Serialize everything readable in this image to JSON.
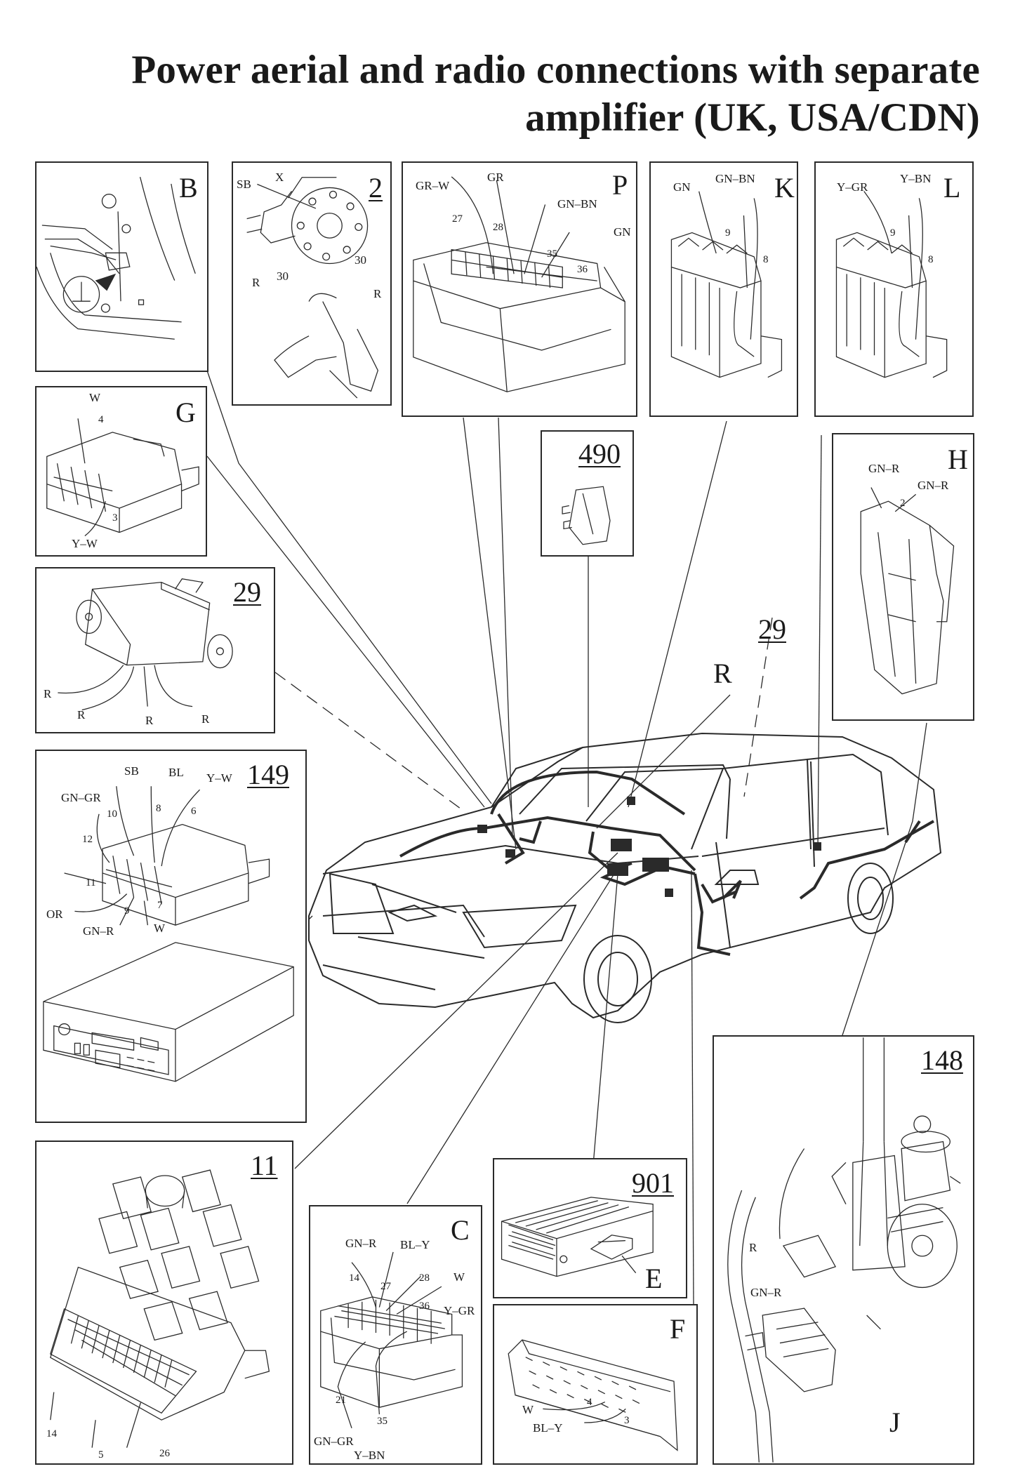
{
  "title": {
    "line1": "Power aerial and radio connections with separate",
    "line2": "amplifier (UK, USA/CDN)"
  },
  "panels": {
    "B": {
      "label": "B"
    },
    "p2": {
      "label": "2",
      "wires": {
        "sb": "SB",
        "x": "X",
        "r1": "R",
        "r2": "R",
        "pin30a": "30",
        "pin30b": "30"
      }
    },
    "P": {
      "label": "P",
      "wires": {
        "grw": "GR–W",
        "gr": "GR",
        "gnbn": "GN–BN",
        "gn": "GN"
      },
      "pins": {
        "p27": "27",
        "p28": "28",
        "p35": "35",
        "p36": "36"
      }
    },
    "K": {
      "label": "K",
      "wires": {
        "gn": "GN",
        "gnbn": "GN–BN"
      },
      "pins": {
        "p9": "9",
        "p8": "8"
      }
    },
    "L": {
      "label": "L",
      "wires": {
        "ygr": "Y–GR",
        "ybn": "Y–BN"
      },
      "pins": {
        "p9": "9",
        "p8": "8"
      }
    },
    "G": {
      "label": "G",
      "wires": {
        "w": "W",
        "yw": "Y–W"
      },
      "pins": {
        "p4": "4",
        "p3": "3"
      }
    },
    "p490": {
      "label": "490"
    },
    "H": {
      "label": "H",
      "wires": {
        "gnr1": "GN–R",
        "gnr2": "GN–R"
      },
      "pins": {
        "p2": "2"
      }
    },
    "p29": {
      "label": "29",
      "wires": {
        "r1": "R",
        "r2": "R",
        "r3": "R",
        "r4": "R"
      }
    },
    "p149": {
      "label": "149",
      "wires": {
        "sb": "SB",
        "bl": "BL",
        "yw": "Y–W",
        "gngr": "GN–GR",
        "or": "OR",
        "gnr": "GN–R",
        "w": "W"
      },
      "pins": {
        "p10": "10",
        "p8": "8",
        "p6": "6",
        "p12": "12",
        "p11": "11",
        "p9": "9",
        "p7": "7"
      }
    },
    "p11": {
      "label": "11",
      "pins": {
        "p14": "14",
        "p5": "5",
        "p26": "26"
      }
    },
    "C": {
      "label": "C",
      "wires": {
        "gnr": "GN–R",
        "bly": "BL–Y",
        "w": "W",
        "ygr": "Y–GR",
        "gngr": "GN–GR",
        "ybn": "Y–BN"
      },
      "pins": {
        "p14": "14",
        "p27": "27",
        "p28": "28",
        "p36": "36",
        "p21": "21",
        "p35": "35"
      }
    },
    "p901": {
      "label": "901",
      "sub": "E"
    },
    "F": {
      "label": "F",
      "wires": {
        "w": "W",
        "bly": "BL–Y"
      },
      "pins": {
        "p4": "4",
        "p3": "3"
      }
    },
    "p148": {
      "label": "148",
      "sub": "J",
      "wires": {
        "r": "R",
        "gnr": "GN–R"
      }
    }
  },
  "car": {
    "label_29": "29",
    "label_R": "R"
  },
  "icons": [
    "ground-symbol-icon",
    "arrow-marker-icon"
  ]
}
